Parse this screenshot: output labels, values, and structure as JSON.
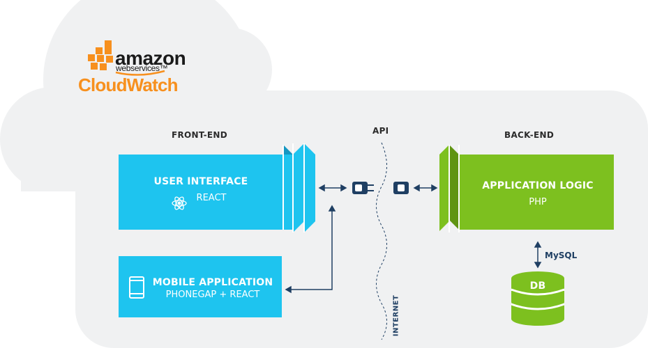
{
  "logo": {
    "amazon": "amazon",
    "webservices": "webservices™",
    "product": "CloudWatch"
  },
  "sections": {
    "frontend": "FRONT-END",
    "api": "API",
    "backend": "BACK-END"
  },
  "user_interface": {
    "title": "USER INTERFACE",
    "tech": "REACT",
    "icon": "react-icon"
  },
  "mobile_app": {
    "title": "MOBILE APPLICATION",
    "tech": "PHONEGAP + REACT",
    "icon": "mobile-phone-icon"
  },
  "app_logic": {
    "title": "APPLICATION LOGIC",
    "tech": "PHP"
  },
  "db": {
    "label": "DB",
    "connector": "MySQL"
  },
  "internet_label": "INTERNET",
  "colors": {
    "frontend": "#1ec4ef",
    "backend": "#7dc01f",
    "cloud": "#f0f1f2",
    "arrows": "#1f3f63",
    "logo_orange": "#f7901e"
  }
}
